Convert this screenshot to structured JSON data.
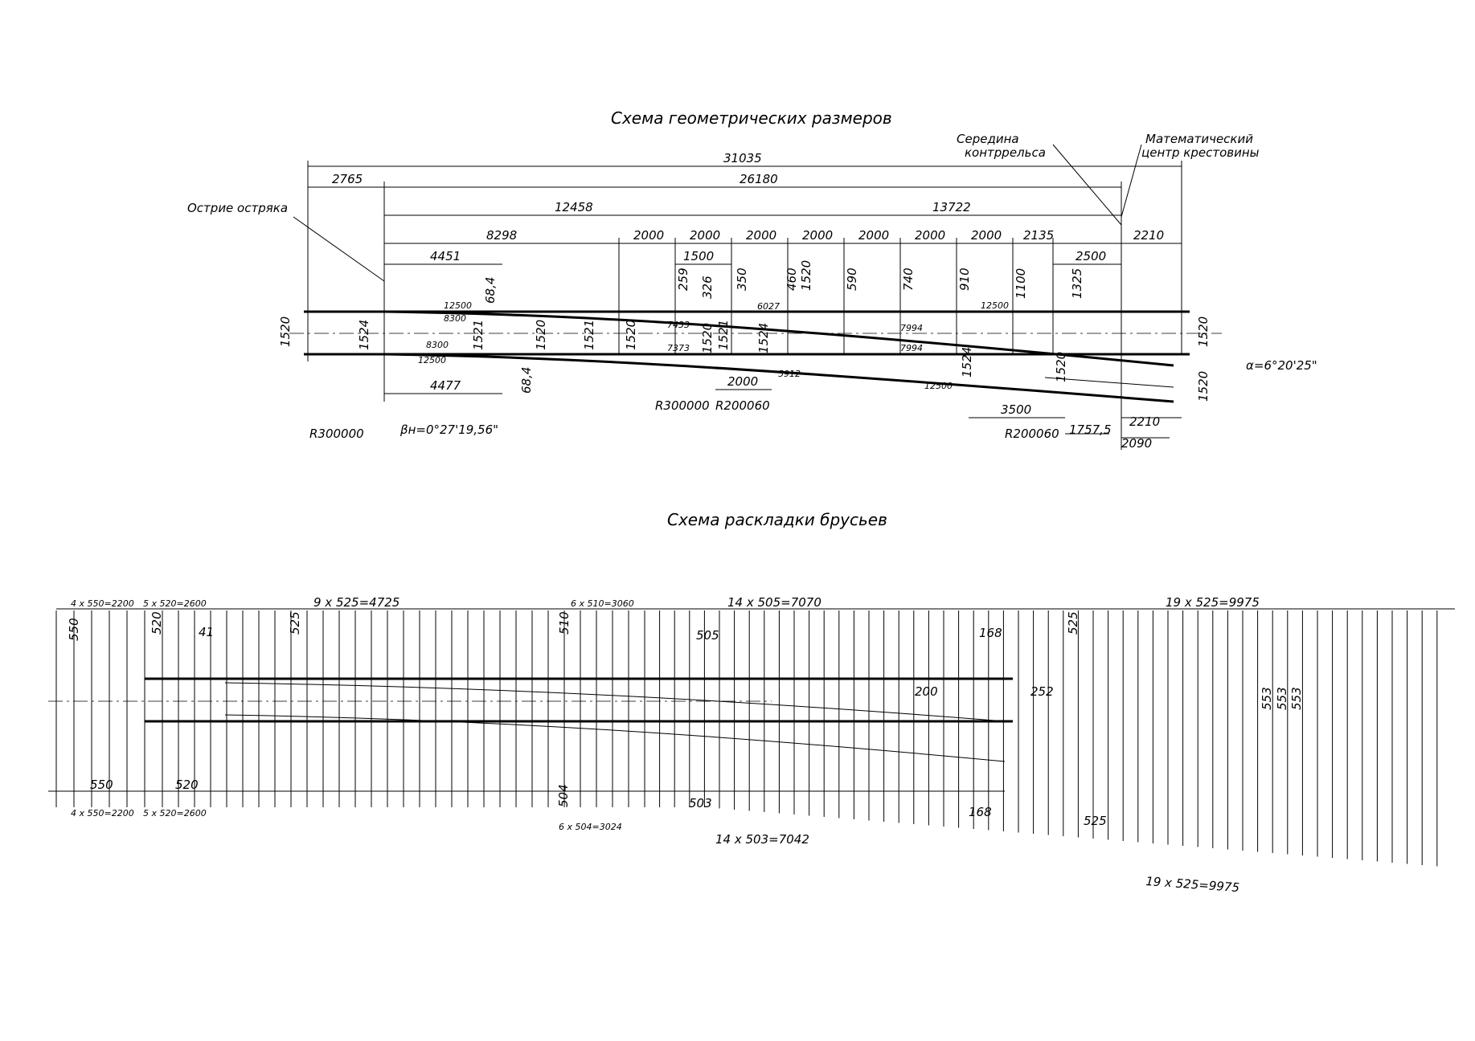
{
  "titles": {
    "geometry": "Схема геометрических размеров",
    "sleepers": "Схема раскладки брусьев"
  },
  "notes": {
    "switch_point": "Острие остряка",
    "guard_rail_mid_line1": "Середина",
    "guard_rail_mid_line2": "контррельса",
    "frog_center_line1": "Математический",
    "frog_center_line2": "центр крестовины"
  },
  "geometry_dims": {
    "total": "31035",
    "front": "2765",
    "theory": "26180",
    "a1": "12458",
    "a2": "13722",
    "b1": "8298",
    "s1": "2000",
    "s2": "2000",
    "s3": "2000",
    "s4": "2000",
    "s5": "2000",
    "s6": "2000",
    "s7": "2000",
    "s8": "2135",
    "tail": "2210",
    "d1500": "1500",
    "d2500": "2500",
    "d4451": "4451",
    "d4477": "4477",
    "d2000b": "2000",
    "d3500": "3500",
    "d2210b": "2210",
    "d2090": "2090",
    "d1757": "1757,5"
  },
  "ordinates": [
    "68,4",
    "259",
    "326",
    "350",
    "460",
    "1520",
    "590",
    "740",
    "910",
    "1100",
    "1325"
  ],
  "gauges": [
    "1520",
    "1524",
    "1521",
    "1520",
    "1521",
    "1520",
    "1520",
    "1521",
    "1524",
    "1524",
    "1520",
    "1520",
    "1520"
  ],
  "radii": {
    "r1": "R300000",
    "r2": "R300000",
    "r3": "R200060",
    "r4": "R200060",
    "rad12500a": "12500",
    "rad8300a": "8300",
    "rad8300b": "8300",
    "rad12500b": "12500",
    "rad12500c": "12500",
    "rad12500d": "12500",
    "c7433": "7433",
    "c7373": "7373",
    "c6027": "6027",
    "c5912": "5912",
    "c7994a": "7994",
    "c7994b": "7994",
    "d68b": "68,4"
  },
  "angles": {
    "alpha": "α=6°20'25\"",
    "beta": "βн=0°27'19,56\""
  },
  "sleeper_top_groups": [
    "4 x 550=2200",
    "5 x 520=2600",
    "9 x 525=4725",
    "6 x 510=3060",
    "14 x 505=7070",
    "19 x 525=9975"
  ],
  "sleeper_bottom_groups": [
    "4 x 550=2200",
    "5 x 520=2600",
    "6 x 504=3024",
    "14 x 503=7042",
    "19 x 525=9975"
  ],
  "sleeper_misc": [
    "550",
    "520",
    "41",
    "525",
    "510",
    "505",
    "168",
    "525",
    "200",
    "252",
    "553",
    "553",
    "553",
    "550",
    "520",
    "504",
    "503",
    "168",
    "525"
  ],
  "colors": {
    "ink": "#000000",
    "paper": "#ffffff"
  }
}
